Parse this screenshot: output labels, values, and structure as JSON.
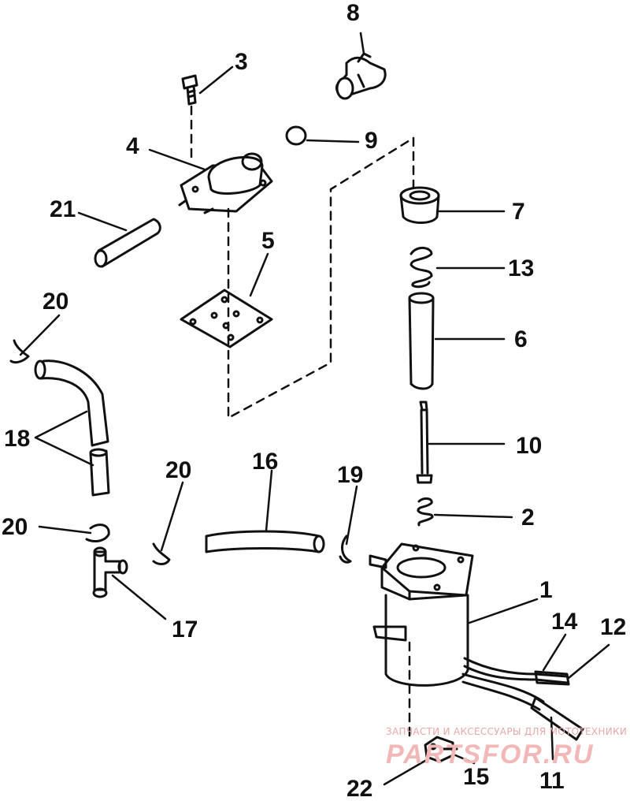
{
  "callouts": {
    "n1": "1",
    "n2": "2",
    "n3": "3",
    "n4": "4",
    "n5": "5",
    "n6": "6",
    "n7": "7",
    "n8": "8",
    "n9": "9",
    "n10": "10",
    "n11": "11",
    "n12": "12",
    "n13": "13",
    "n14": "14",
    "n15": "15",
    "n16": "16",
    "n17": "17",
    "n18": "18",
    "n19": "19",
    "n20a": "20",
    "n20b": "20",
    "n20c": "20",
    "n21": "21",
    "n22": "22"
  },
  "watermark": {
    "caption": "ЗАПЧАСТИ И АКСЕССУАРЫ ДЛЯ МОТОТЕХНИКИ",
    "logo": "PARTSFOR.RU",
    "color": "#f2b8b8"
  }
}
